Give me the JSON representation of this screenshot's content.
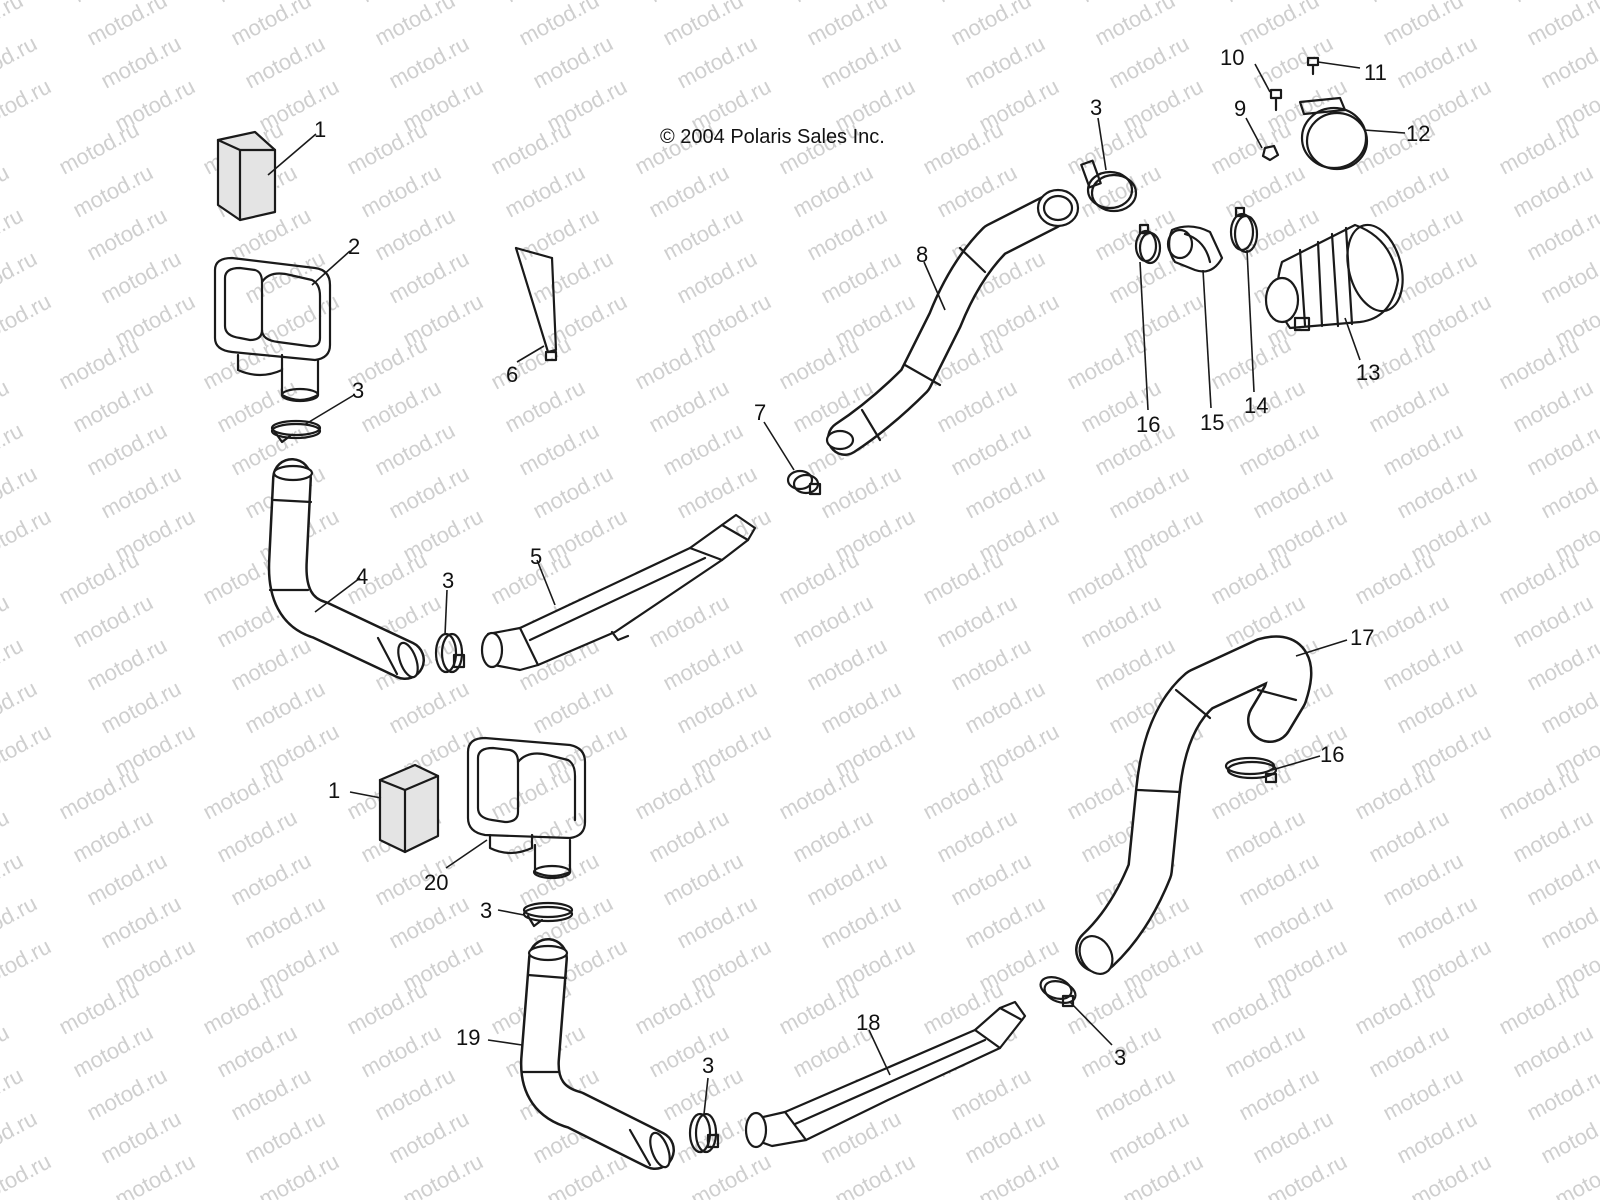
{
  "watermark": {
    "text": "motod.ru",
    "color": "#cfcfcf"
  },
  "copyright": "© 2004 Polaris Sales Inc.",
  "callouts": [
    {
      "id": "c1a",
      "text": "1"
    },
    {
      "id": "c2",
      "text": "2"
    },
    {
      "id": "c3a",
      "text": "3"
    },
    {
      "id": "c4",
      "text": "4"
    },
    {
      "id": "c3b",
      "text": "3"
    },
    {
      "id": "c5",
      "text": "5"
    },
    {
      "id": "c6",
      "text": "6"
    },
    {
      "id": "c7",
      "text": "7"
    },
    {
      "id": "c8",
      "text": "8"
    },
    {
      "id": "c3c",
      "text": "3"
    },
    {
      "id": "c10",
      "text": "10"
    },
    {
      "id": "c11",
      "text": "11"
    },
    {
      "id": "c9",
      "text": "9"
    },
    {
      "id": "c12",
      "text": "12"
    },
    {
      "id": "c13",
      "text": "13"
    },
    {
      "id": "c14",
      "text": "14"
    },
    {
      "id": "c15",
      "text": "15"
    },
    {
      "id": "c16a",
      "text": "16"
    },
    {
      "id": "c17",
      "text": "17"
    },
    {
      "id": "c16b",
      "text": "16"
    },
    {
      "id": "c1b",
      "text": "1"
    },
    {
      "id": "c20",
      "text": "20"
    },
    {
      "id": "c3d",
      "text": "3"
    },
    {
      "id": "c19",
      "text": "19"
    },
    {
      "id": "c3e",
      "text": "3"
    },
    {
      "id": "c18",
      "text": "18"
    },
    {
      "id": "c3f",
      "text": "3"
    }
  ]
}
